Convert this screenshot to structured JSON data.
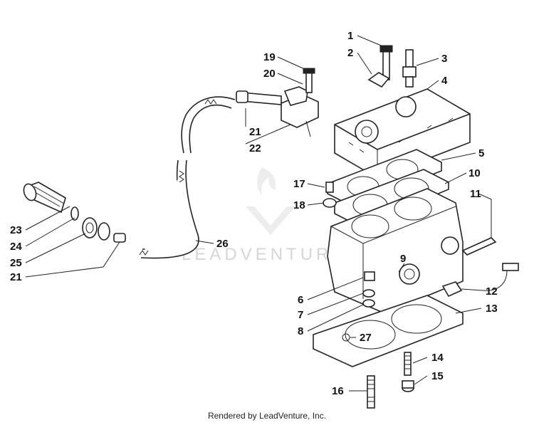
{
  "watermark": {
    "text": "LEADVENTURE"
  },
  "footer": {
    "text": "Rendered by LeadVenture, Inc."
  },
  "callouts": [
    "1",
    "2",
    "3",
    "4",
    "5",
    "6",
    "7",
    "8",
    "9",
    "10",
    "11",
    "12",
    "13",
    "14",
    "15",
    "16",
    "17",
    "18",
    "19",
    "20",
    "21",
    "22",
    "23",
    "24",
    "25",
    "21",
    "26",
    "27"
  ]
}
